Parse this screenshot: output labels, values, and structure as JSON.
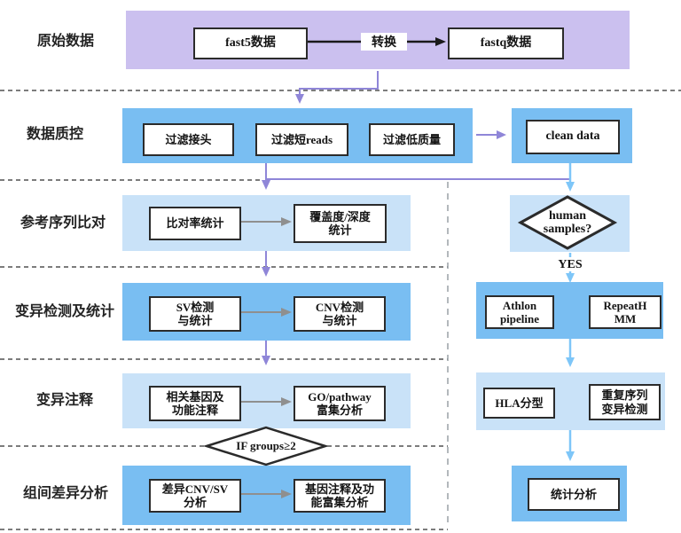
{
  "colors": {
    "lavender": "#cbc0ef",
    "blue": "#79bef2",
    "light_blue": "#c9e2f8",
    "arrow_purple": "#8f86d8",
    "arrow_blue": "#7ec6f8",
    "arrow_gray": "#8f8f8f",
    "line_dark": "#2e2e2e",
    "divider_gray": "#9aa0a6",
    "box_border": "#2b2b2b"
  },
  "row_labels": {
    "raw": "原始数据",
    "qc": "数据质控",
    "align": "参考序列比对",
    "variant": "变异检测及统计",
    "annot": "变异注释",
    "group": "组间差异分析"
  },
  "raw_row": {
    "fast5": "fast5数据",
    "convert": "转换",
    "fastq": "fastq数据"
  },
  "qc_row": {
    "filter_adapter": "过滤接头",
    "filter_short": "过滤短reads",
    "filter_quality": "过滤低质量",
    "clean_data": "clean data"
  },
  "align_row": {
    "align_rate": "比对率统计",
    "coverage_l1": "覆盖度/深度",
    "coverage_l2": "统计"
  },
  "variant_row": {
    "sv_l1": "SV检测",
    "sv_l2": "与统计",
    "cnv_l1": "CNV检测",
    "cnv_l2": "与统计"
  },
  "annot_row": {
    "gene_l1": "相关基因及",
    "gene_l2": "功能注释",
    "go_l1": "GO/pathway",
    "go_l2": "富集分析"
  },
  "group_row": {
    "diff_l1": "差异CNV/SV",
    "diff_l2": "分析",
    "enrich_l1": "基因注释及功",
    "enrich_l2": "能富集分析"
  },
  "decisions": {
    "human_l1": "human",
    "human_l2": "samples?",
    "yes": "YES",
    "if_groups": "IF groups≥2"
  },
  "right_col": {
    "athlon_l1": "Athlon",
    "athlon_l2": "pipeline",
    "repeathmm_l1": "RepeatH",
    "repeathmm_l2": "MM",
    "hla": "HLA分型",
    "repeat_seq_l1": "重复序列",
    "repeat_seq_l2": "变异检测",
    "stats": "统计分析"
  }
}
